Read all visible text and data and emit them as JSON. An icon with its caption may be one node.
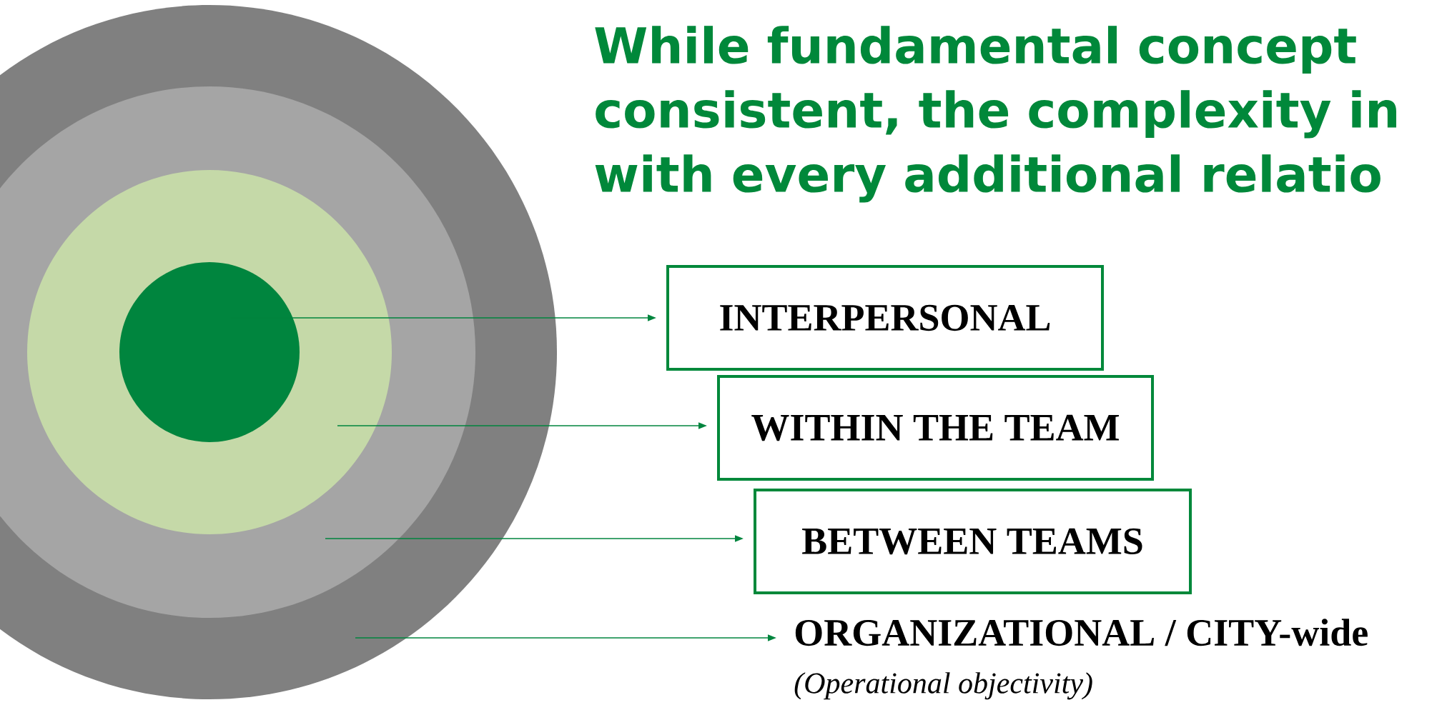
{
  "diagram": {
    "title": "While fundamental concept consistent, the complexity in with every additional relatio",
    "nodes": [
      {
        "text": [],
        "shape": "circle"
      },
      {
        "text": [],
        "shape": "circle",
        "in": 0
      },
      {
        "text": [],
        "shape": "circle",
        "in": 1
      },
      {
        "text": [],
        "shape": "circle",
        "in": 2
      },
      {
        "text": [
          "INTERPERSONAL"
        ]
      },
      {
        "text": [
          "WITHIN THE TEAM"
        ]
      },
      {
        "text": [
          "BETWEEN TEAMS"
        ]
      },
      {
        "text": [
          "ORGANIZATIONAL / CITY-wide",
          "(Operational objectivity)"
        ]
      }
    ],
    "edges": [
      {
        "from": 3,
        "to": 4,
        "arrow": "to"
      },
      {
        "from": 2,
        "to": 5,
        "arrow": "to"
      },
      {
        "from": 1,
        "to": 6,
        "arrow": "to"
      },
      {
        "from": 0,
        "to": 7,
        "arrow": "to"
      }
    ]
  }
}
